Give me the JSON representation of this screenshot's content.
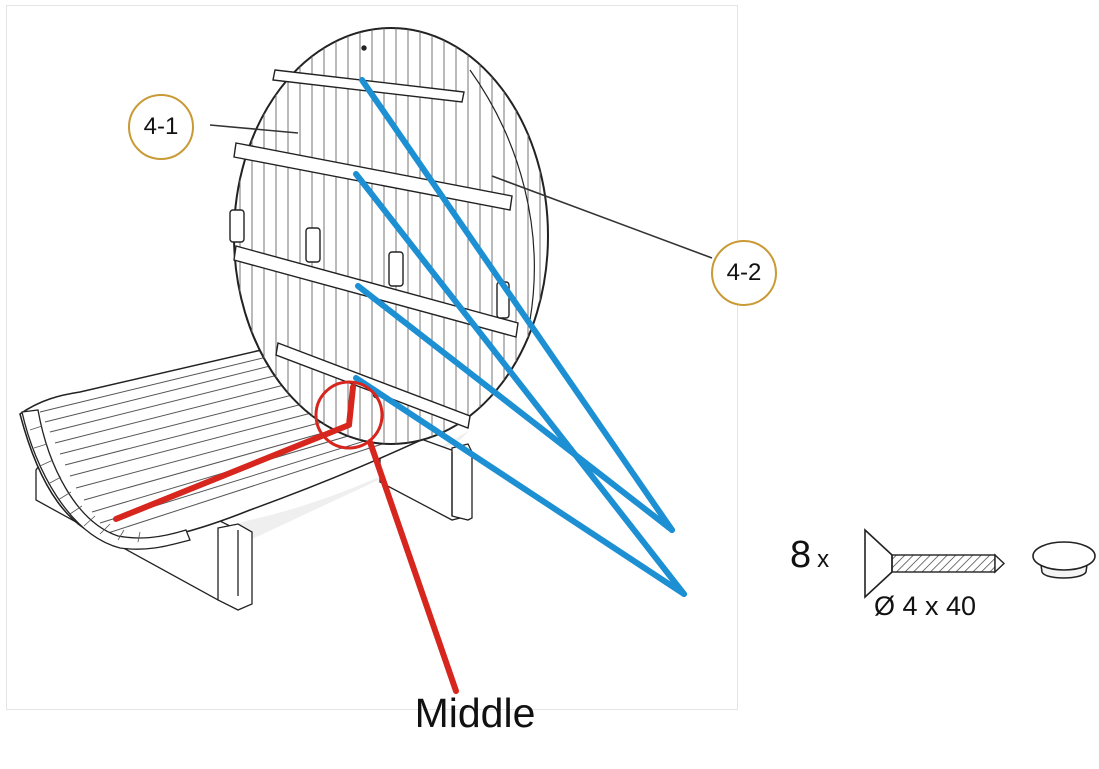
{
  "diagram": {
    "callouts": [
      {
        "id": "4-1",
        "label": "4-1"
      },
      {
        "id": "4-2",
        "label": "4-2"
      }
    ],
    "caption": "Middle",
    "hardware": {
      "quantity": "8",
      "times": "x",
      "size": "Ø 4 x 40",
      "items": [
        "screw-icon",
        "cap-plug-icon"
      ]
    },
    "colors": {
      "callout_border": "#c99a35",
      "guide_blue": "#1d8fd3",
      "guide_red": "#d7261e",
      "line_art": "#222222"
    }
  }
}
